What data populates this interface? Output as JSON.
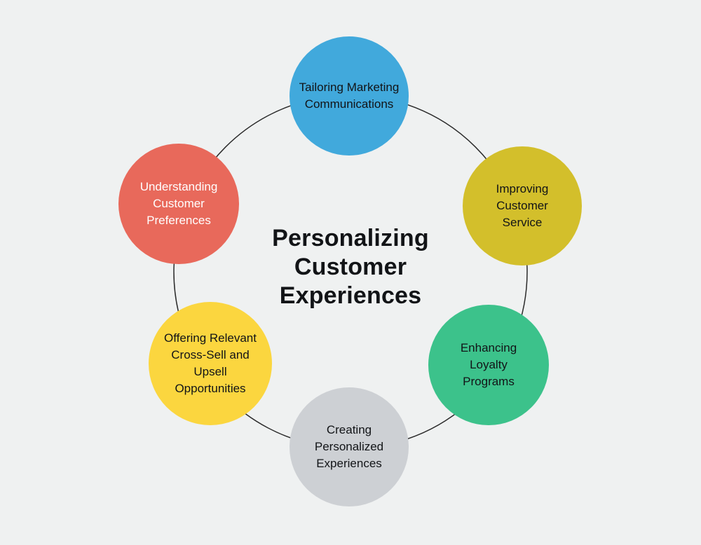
{
  "title": "Personalizing Customer Experiences",
  "background_color": "#eff1f1",
  "ring": {
    "color": "#2b2b2b",
    "stroke_width": 1.5
  },
  "nodes": [
    {
      "label": "Tailoring Marketing Communications",
      "color": "#41a9dc",
      "text_color": "#121417"
    },
    {
      "label": "Improving Customer Service",
      "color": "#d3bf2b",
      "text_color": "#121417"
    },
    {
      "label": "Enhancing Loyalty Programs",
      "color": "#3cc28b",
      "text_color": "#121417"
    },
    {
      "label": "Creating Personalized Experiences",
      "color": "#cdd0d4",
      "text_color": "#121417"
    },
    {
      "label": "Offering Relevant Cross-Sell and Upsell Opportunities",
      "color": "#fbd63f",
      "text_color": "#121417"
    },
    {
      "label": "Understanding Customer Preferences",
      "color": "#e8695b",
      "text_color": "#ffffff"
    }
  ]
}
